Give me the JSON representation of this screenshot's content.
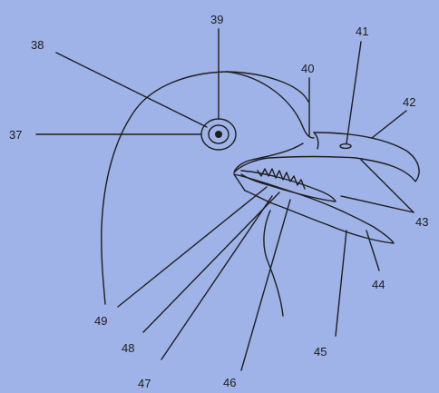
{
  "diagram": {
    "background_color": "#9fb3e8",
    "line_color": "#1e1e1e",
    "labels": [
      "37",
      "38",
      "39",
      "40",
      "41",
      "42",
      "43",
      "44",
      "45",
      "46",
      "47",
      "48",
      "49"
    ]
  }
}
